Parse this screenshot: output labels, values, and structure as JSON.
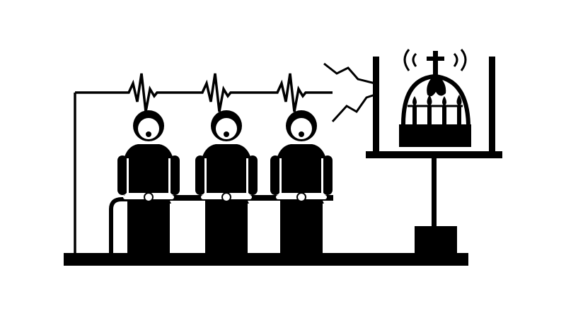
{
  "illustration": {
    "subject": "three-robed-monks-electric-wire-crown-shrine",
    "fill_color": "#000000",
    "background_color": "#ffffff",
    "figure_count": 3,
    "icons": [
      "monk-figure",
      "electric-pulse-icon",
      "crown-shrine-icon",
      "cross-icon",
      "signal-waves-icon",
      "candle-flame-icon"
    ]
  }
}
